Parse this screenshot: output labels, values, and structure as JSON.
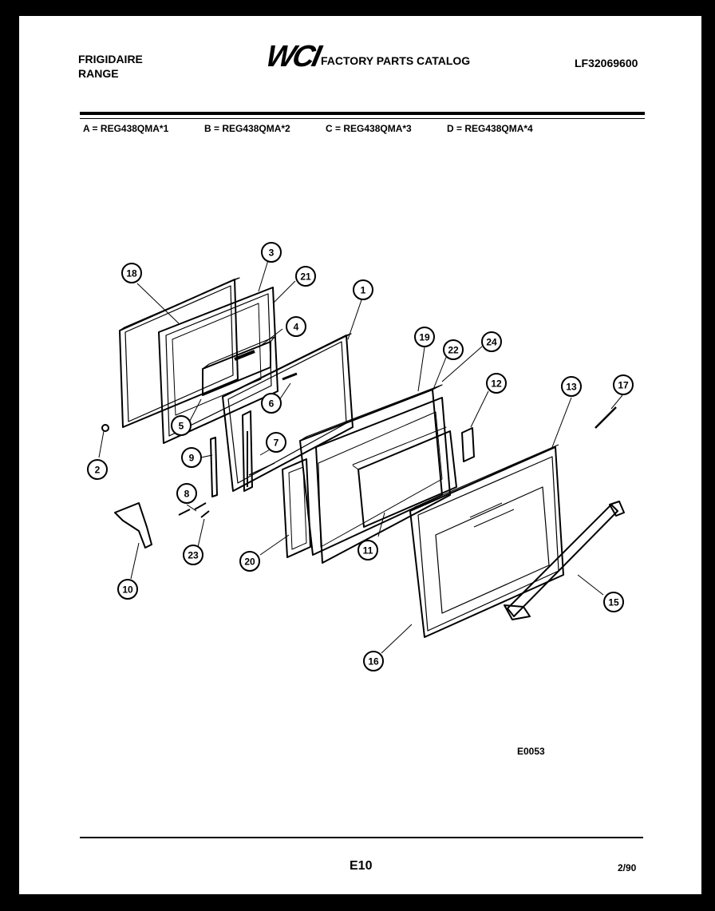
{
  "header": {
    "brand_line1": "FRIGIDAIRE",
    "brand_line2": "RANGE",
    "logo_text": "WCI",
    "catalog_title": "FACTORY PARTS CATALOG",
    "catalog_number": "LF32069600"
  },
  "models": [
    {
      "label": "A = REG438QMA*1"
    },
    {
      "label": "B = REG438QMA*2"
    },
    {
      "label": "C = REG438QMA*3"
    },
    {
      "label": "D = REG438QMA*4"
    }
  ],
  "callouts": [
    "18",
    "3",
    "21",
    "1",
    "4",
    "19",
    "22",
    "24",
    "12",
    "13",
    "17",
    "2",
    "5",
    "6",
    "7",
    "9",
    "8",
    "23",
    "10",
    "20",
    "11",
    "15",
    "16"
  ],
  "footer": {
    "diagram_code": "E0053",
    "page_code": "E10",
    "date": "2/90"
  }
}
